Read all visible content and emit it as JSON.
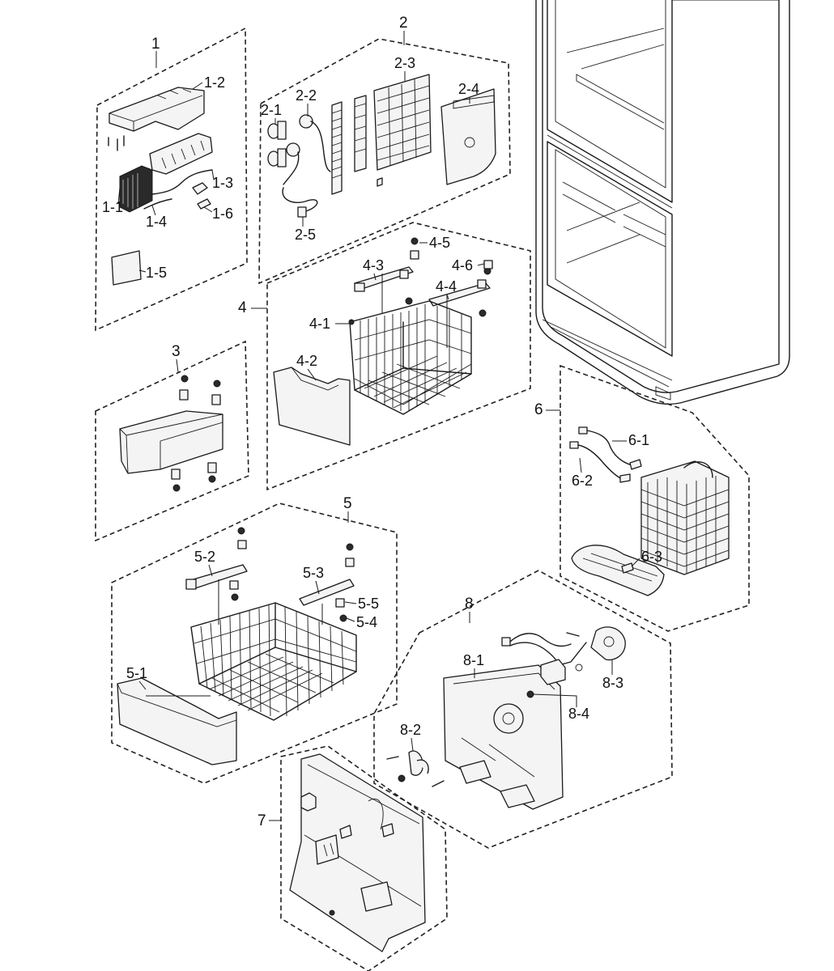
{
  "groups": [
    {
      "id": "1",
      "label": "1",
      "parts": [
        "1-1",
        "1-2",
        "1-3",
        "1-4",
        "1-5",
        "1-6"
      ]
    },
    {
      "id": "2",
      "label": "2",
      "parts": [
        "2-1",
        "2-2",
        "2-3",
        "2-4",
        "2-5"
      ]
    },
    {
      "id": "3",
      "label": "3",
      "parts": []
    },
    {
      "id": "4",
      "label": "4",
      "parts": [
        "4-1",
        "4-2",
        "4-3",
        "4-4",
        "4-5",
        "4-6"
      ]
    },
    {
      "id": "5",
      "label": "5",
      "parts": [
        "5-1",
        "5-2",
        "5-3",
        "5-4",
        "5-5"
      ]
    },
    {
      "id": "6",
      "label": "6",
      "parts": [
        "6-1",
        "6-2",
        "6-3"
      ]
    },
    {
      "id": "7",
      "label": "7",
      "parts": []
    },
    {
      "id": "8",
      "label": "8",
      "parts": [
        "8-1",
        "8-2",
        "8-3",
        "8-4"
      ]
    }
  ],
  "labels": {
    "g1": "1",
    "p1_1": "1-1",
    "p1_2": "1-2",
    "p1_3": "1-3",
    "p1_4": "1-4",
    "p1_5": "1-5",
    "p1_6": "1-6",
    "g2": "2",
    "p2_1": "2-1",
    "p2_2": "2-2",
    "p2_3": "2-3",
    "p2_4": "2-4",
    "p2_5": "2-5",
    "g3": "3",
    "g4": "4",
    "p4_1": "4-1",
    "p4_2": "4-2",
    "p4_3": "4-3",
    "p4_4": "4-4",
    "p4_5": "4-5",
    "p4_6": "4-6",
    "g5": "5",
    "p5_1": "5-1",
    "p5_2": "5-2",
    "p5_3": "5-3",
    "p5_4": "5-4",
    "p5_5": "5-5",
    "g6": "6",
    "p6_1": "6-1",
    "p6_2": "6-2",
    "p6_3": "6-3",
    "g7": "7",
    "g8": "8",
    "p8_1": "8-1",
    "p8_2": "8-2",
    "p8_3": "8-3",
    "p8_4": "8-4"
  }
}
